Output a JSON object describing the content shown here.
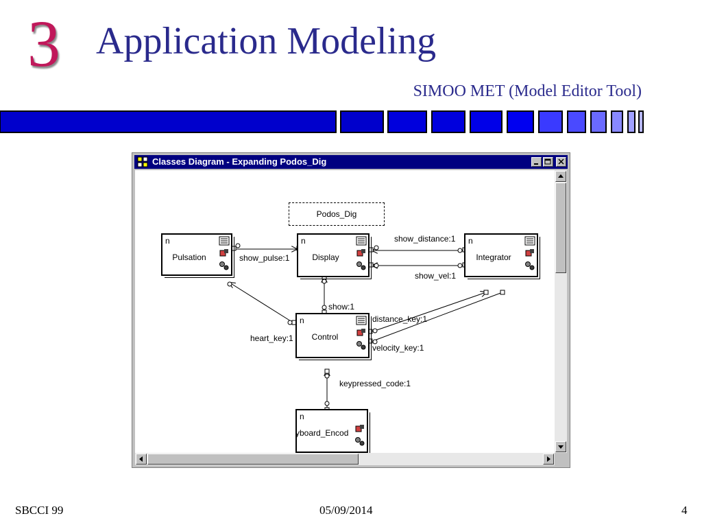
{
  "slide": {
    "number": "3",
    "title": "Application Modeling",
    "subtitle": "SIMOO MET (Model Editor Tool)"
  },
  "colors": {
    "title": "#2a2a8c",
    "number": "#c0185a",
    "bar_dark": "#0000cc",
    "bar_light": "#4a4aff",
    "window_title": "#000080"
  },
  "window": {
    "title": "Classes Diagram - Expanding Podos_Dig",
    "minimize_icon": "minimize-icon",
    "maximize_icon": "maximize-icon",
    "close_icon": "close-icon"
  },
  "diagram": {
    "package": "Podos_Dig",
    "classes": {
      "pulsation": {
        "multiplicity": "n",
        "name": "Pulsation"
      },
      "display": {
        "multiplicity": "n",
        "name": "Display"
      },
      "integrator": {
        "multiplicity": "n",
        "name": "Integrator"
      },
      "control": {
        "multiplicity": "n",
        "name": "Control"
      },
      "keyboard": {
        "multiplicity": "n",
        "name": "yboard_Encod"
      }
    },
    "links": {
      "show_pulse": "show_pulse:1",
      "show_distance": "show_distance:1",
      "show_vel": "show_vel:1",
      "show": "show:1",
      "distance_key": "distance_key:1",
      "heart_key": "heart_key:1",
      "velocity_key": "velocity_key:1",
      "keypressed_code": "keypressed_code:1"
    }
  },
  "footer": {
    "left": "SBCCI 99",
    "center": "05/09/2014",
    "right": "4"
  }
}
